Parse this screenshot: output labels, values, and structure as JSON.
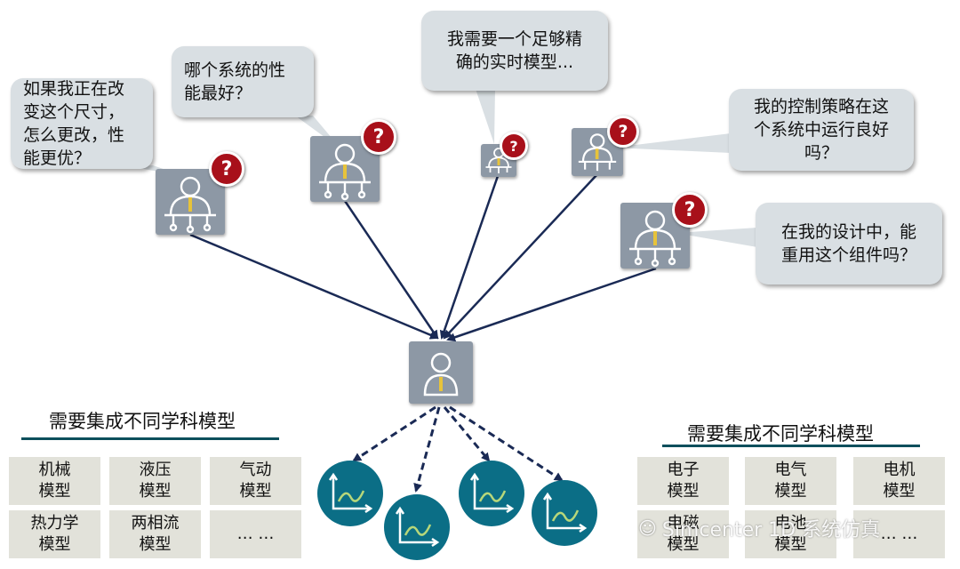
{
  "bubbles": [
    {
      "id": "b1",
      "text": "如果我正在改\n变这个尺寸，\n怎么更改，性\n能更优？"
    },
    {
      "id": "b2",
      "text": "哪个系统的性\n能最好？"
    },
    {
      "id": "b3",
      "text": "我需要一个足够精\n确的实时模型..."
    },
    {
      "id": "b4",
      "text": "我的控制策略在这\n个系统中运行良好\n吗？"
    },
    {
      "id": "b5",
      "text": "在我的设计中，能\n重用这个组件吗？"
    }
  ],
  "question_mark": "?",
  "left_section": {
    "title": "需要集成不同学科模型",
    "tiles": [
      "机械\n模型",
      "液压\n模型",
      "气动\n模型",
      "热力学\n模型",
      "两相流\n模型",
      "… …"
    ]
  },
  "right_section": {
    "title": "需要集成不同学科模型",
    "tiles": [
      "电子\n模型",
      "电气\n模型",
      "电机\n模型",
      "电磁\n模型",
      "电池\n模型",
      "… …"
    ]
  },
  "watermark": {
    "text": "Simcenter 1D 系统仿真",
    "icon": "wechat-icon"
  },
  "colors": {
    "accent": "#0b6e86",
    "rule": "#0d4f5c",
    "question": "#a8101a",
    "box": "#8d98a5",
    "bubble": "#d9dfe3",
    "tile": "#e2e2da",
    "arrow": "#1a2a55"
  }
}
